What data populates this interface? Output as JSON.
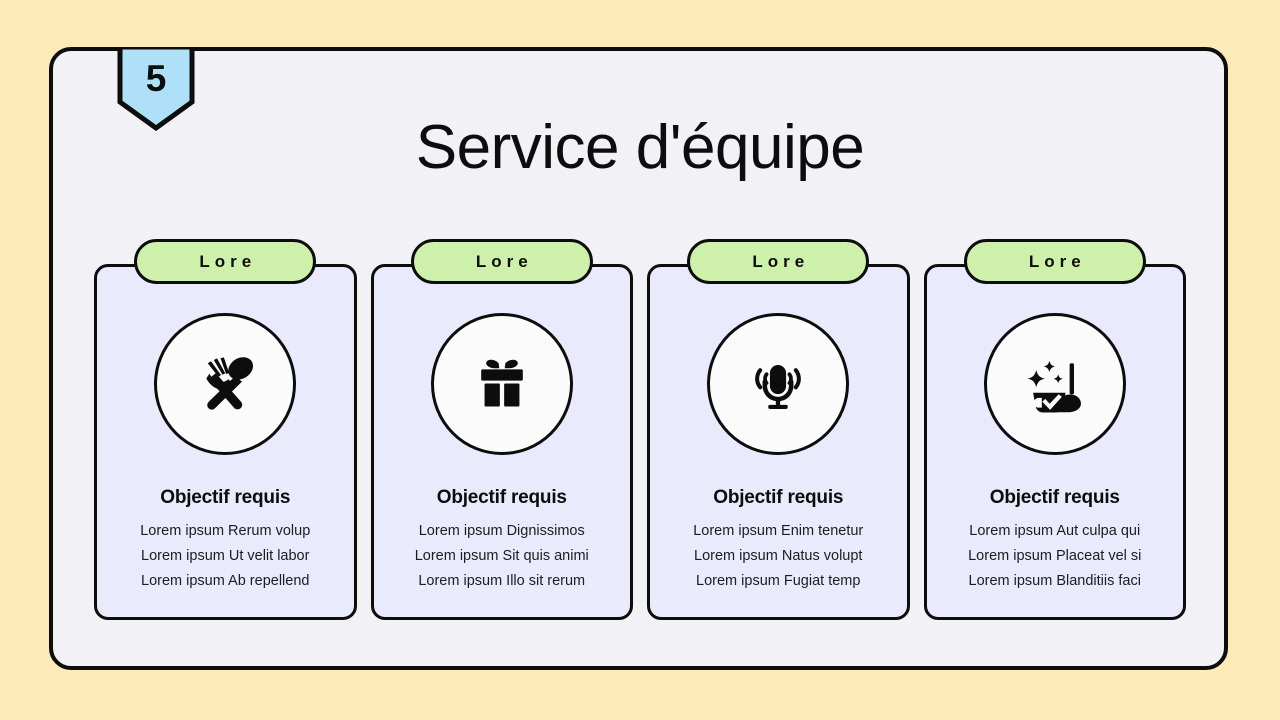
{
  "theme": {
    "page_background": "#fceab8",
    "panel_background": "#f2f1f5",
    "border_color": "#0d0d0d",
    "card_background": "#e9eafc",
    "pill_background": "#cdf0ab",
    "badge_background": "#aee0f8",
    "icon_circle_background": "#fbfbfc"
  },
  "badge": {
    "number": "5"
  },
  "header": {
    "title": "Service d'équipe"
  },
  "cards": [
    {
      "pill_label": "Lore",
      "icon": "fork-and-spoon-icon",
      "heading": "Objectif requis",
      "lines": [
        "Lorem ipsum Rerum volup",
        "Lorem ipsum Ut velit labor",
        "Lorem ipsum Ab repellend"
      ]
    },
    {
      "pill_label": "Lore",
      "icon": "gift-box-icon",
      "heading": "Objectif requis",
      "lines": [
        "Lorem ipsum Dignissimos",
        "Lorem ipsum Sit quis animi",
        "Lorem ipsum Illo sit rerum"
      ]
    },
    {
      "pill_label": "Lore",
      "icon": "microphone-icon",
      "heading": "Objectif requis",
      "lines": [
        "Lorem ipsum Enim tenetur",
        "Lorem ipsum Natus volupt",
        "Lorem ipsum Fugiat temp"
      ]
    },
    {
      "pill_label": "Lore",
      "icon": "cleaning-broom-icon",
      "heading": "Objectif requis",
      "lines": [
        "Lorem ipsum Aut culpa qui",
        "Lorem ipsum Placeat vel si",
        "Lorem ipsum Blanditiis faci"
      ]
    }
  ]
}
